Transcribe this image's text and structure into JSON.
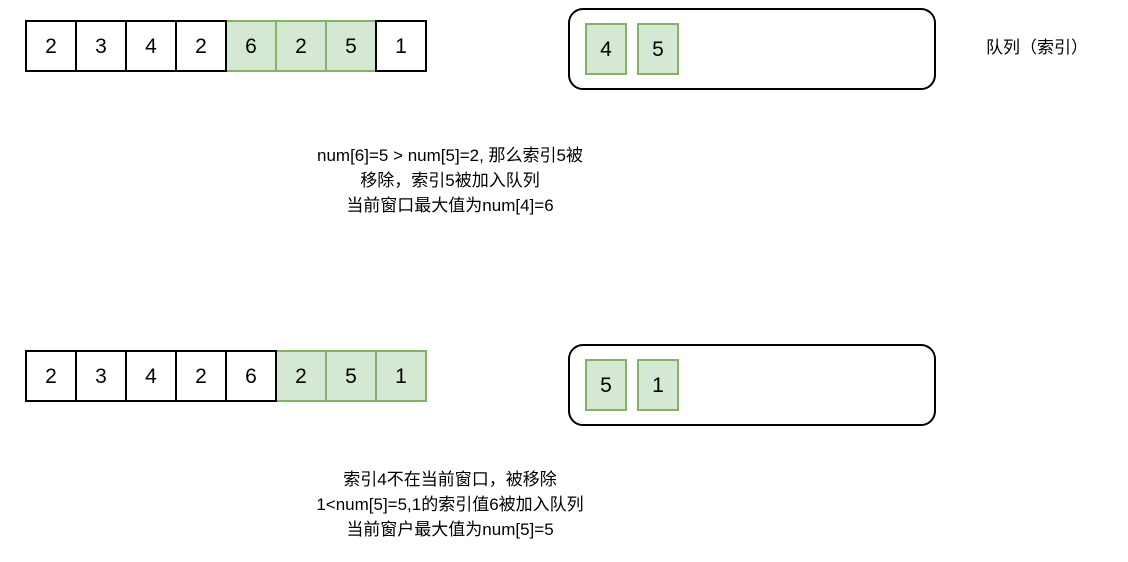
{
  "diagram": {
    "title_label": "队列（索引）",
    "steps": [
      {
        "array": {
          "cells": [
            {
              "value": "2",
              "state": "plain"
            },
            {
              "value": "3",
              "state": "plain"
            },
            {
              "value": "4",
              "state": "plain"
            },
            {
              "value": "2",
              "state": "plain"
            },
            {
              "value": "6",
              "state": "highlight"
            },
            {
              "value": "2",
              "state": "highlight"
            },
            {
              "value": "5",
              "state": "highlight"
            },
            {
              "value": "1",
              "state": "plain"
            }
          ]
        },
        "queue": {
          "items": [
            {
              "value": "4"
            },
            {
              "value": "5"
            }
          ]
        },
        "caption_lines": [
          "num[6]=5  > num[5]=2, 那么索引5被",
          "移除，索引5被加入队列",
          "当前窗口最大值为num[4]=6"
        ]
      },
      {
        "array": {
          "cells": [
            {
              "value": "2",
              "state": "plain"
            },
            {
              "value": "3",
              "state": "plain"
            },
            {
              "value": "4",
              "state": "plain"
            },
            {
              "value": "2",
              "state": "plain"
            },
            {
              "value": "6",
              "state": "plain"
            },
            {
              "value": "2",
              "state": "highlight"
            },
            {
              "value": "5",
              "state": "highlight"
            },
            {
              "value": "1",
              "state": "highlight"
            }
          ]
        },
        "queue": {
          "items": [
            {
              "value": "5"
            },
            {
              "value": "1"
            }
          ]
        },
        "caption_lines": [
          "索引4不在当前窗口，被移除",
          "1<num[5]=5,1的索引值6被加入队列",
          "当前窗户最大值为num[5]=5"
        ]
      }
    ],
    "colors": {
      "highlight_fill": "#d5e8d4",
      "highlight_border": "#82b366",
      "plain_border": "#000000",
      "text": "#000000",
      "background": "#ffffff"
    }
  }
}
